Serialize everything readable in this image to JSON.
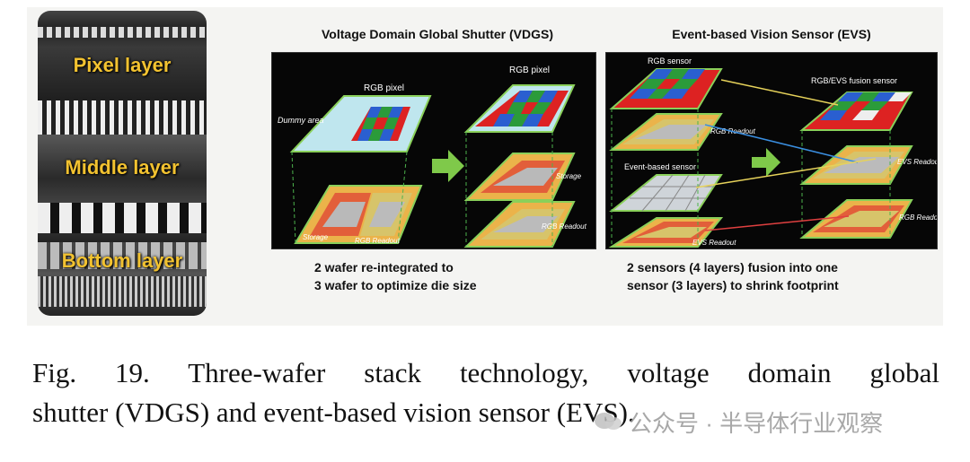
{
  "left_photo": {
    "labels": [
      "Pixel layer",
      "Middle layer",
      "Bottom layer"
    ]
  },
  "vdgs": {
    "title": "Voltage Domain Global Shutter (VDGS)",
    "labels": {
      "rgb_pixel_left": "RGB pixel",
      "rgb_pixel_right": "RGB pixel",
      "dummy_area": "Dummy area",
      "storage_left": "Storage",
      "rgb_readout_left": "RGB Readout",
      "storage_right": "Storage",
      "rgb_readout_right": "RGB Readout"
    },
    "caption_line1": "2 wafer re-integrated to",
    "caption_line2": "3 wafer to optimize die size"
  },
  "evs": {
    "title": "Event-based Vision Sensor (EVS)",
    "labels": {
      "rgb_sensor": "RGB sensor",
      "rgb_readout": "RGB Readout",
      "event_sensor": "Event-based sensor",
      "evs_readout": "EVS Readout",
      "fusion_sensor": "RGB/EVS fusion sensor",
      "evs_readout_right": "EVS Readout",
      "rgb_readout_right": "RGB Readout"
    },
    "caption_line1": "2 sensors (4 layers) fusion into one",
    "caption_line2": "sensor (3 layers) to shrink footprint"
  },
  "figure_caption": {
    "line1": "Fig. 19. Three-wafer stack technology, voltage domain global",
    "line2": "shutter (VDGS) and event-based vision sensor (EVS)."
  },
  "watermark": "公众号 · 半导体行业观察"
}
